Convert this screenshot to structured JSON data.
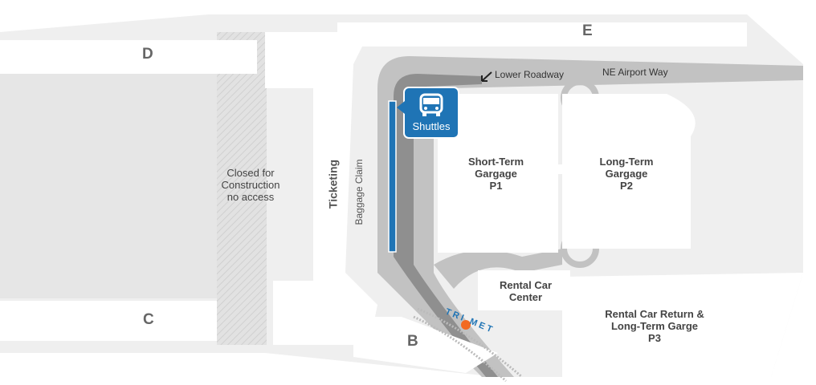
{
  "concourses": {
    "d": "D",
    "e": "E",
    "c": "C",
    "b": "B"
  },
  "areas": {
    "closed": [
      "Closed for",
      "Construction",
      "no access"
    ],
    "ticketing": "Ticketing",
    "baggage_claim": "Baggage Claim",
    "short_term": [
      "Short-Term",
      "Gargage",
      "P1"
    ],
    "long_term": [
      "Long-Term",
      "Gargage",
      "P2"
    ],
    "rental_center": [
      "Rental Car",
      "Center"
    ],
    "rental_return": [
      "Rental Car Return &",
      "Long-Term Garge",
      "P3"
    ]
  },
  "roads": {
    "lower_roadway": "Lower Roadway",
    "ne_airport_way": "NE Airport Way"
  },
  "callout": {
    "label": "Shuttles",
    "icon": "bus-icon",
    "color": "#1f74b5"
  },
  "transit_logo": "TRIMET",
  "colors": {
    "road": "#b5b5b5",
    "road_dark": "#8f8f8f",
    "background": "#ececec",
    "building": "#ffffff",
    "trimet_orange": "#f26a21"
  }
}
